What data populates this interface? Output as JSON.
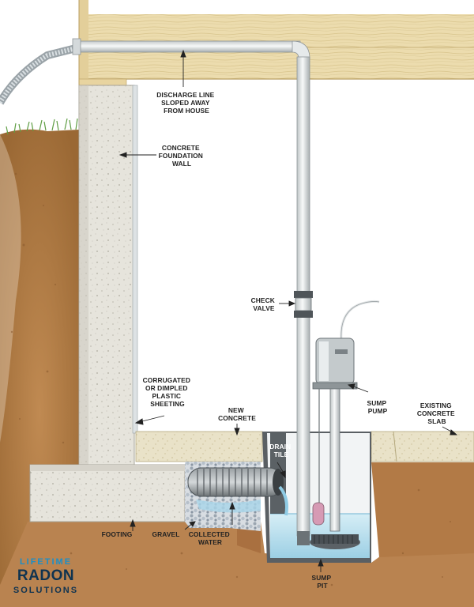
{
  "labels": {
    "discharge": [
      "DISCHARGE LINE",
      "SLOPED AWAY",
      "FROM HOUSE"
    ],
    "foundation": [
      "CONCRETE",
      "FOUNDATION",
      "WALL"
    ],
    "check_valve": [
      "CHECK",
      "VALVE"
    ],
    "sheeting": [
      "CORRUGATED",
      "OR DIMPLED",
      "PLASTIC",
      "SHEETING"
    ],
    "new_concrete": [
      "NEW",
      "CONCRETE"
    ],
    "drain_tile": [
      "DRAIN",
      "TILE"
    ],
    "sump_pump": [
      "SUMP",
      "PUMP"
    ],
    "existing_slab": [
      "EXISTING",
      "CONCRETE",
      "SLAB"
    ],
    "footing": "FOOTING",
    "gravel": "GRAVEL",
    "collected_water": [
      "COLLECTED",
      "WATER"
    ],
    "sump_pit": [
      "SUMP",
      "PIT"
    ]
  },
  "logo": {
    "line1": "LIFETIME",
    "line2": "RADON",
    "line3": "SOLUTIONS"
  },
  "colors": {
    "soil": "#b07a44",
    "soil_dark": "#8a5a2e",
    "concrete": "#e4e2da",
    "wood": "#ead8a8",
    "pipe": "#e8ecec",
    "water": "#bfe0ee",
    "grass": "#6aa84f",
    "logo_blue": "#1a8fc9",
    "logo_dark": "#0f3350"
  }
}
